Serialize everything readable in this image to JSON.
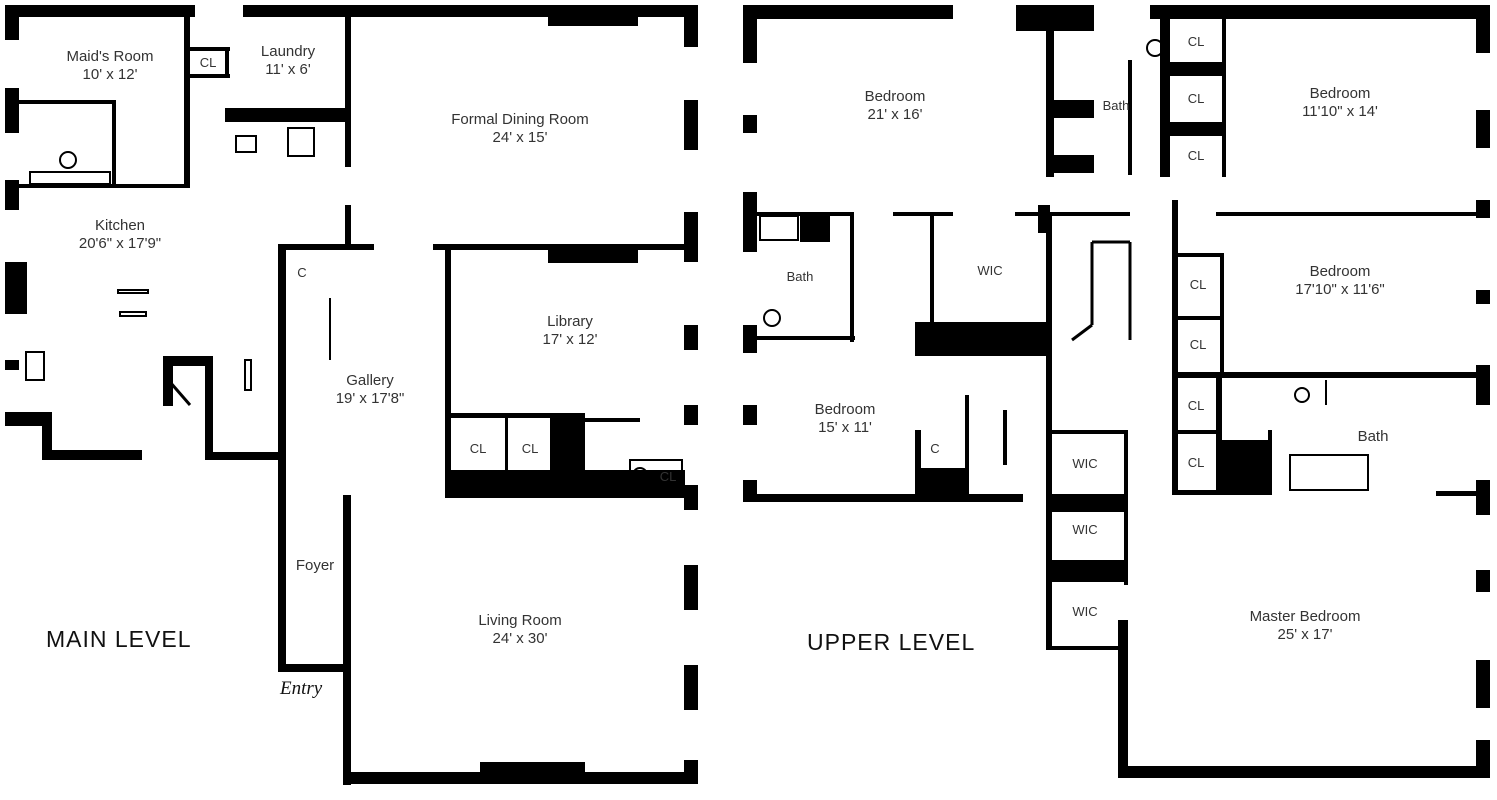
{
  "levels": {
    "main": "MAIN LEVEL",
    "upper": "UPPER LEVEL"
  },
  "main_level": {
    "maids_room": {
      "name": "Maid's Room",
      "dims": "10' x 12'"
    },
    "cl": "CL",
    "laundry": {
      "name": "Laundry",
      "dims": "11' x 6'"
    },
    "formal_dining": {
      "name": "Formal Dining Room",
      "dims": "24' x 15'"
    },
    "kitchen": {
      "name": "Kitchen",
      "dims": "20'6\" x 17'9\""
    },
    "library": {
      "name": "Library",
      "dims": "17' x 12'"
    },
    "gallery": {
      "name": "Gallery",
      "dims": "19' x 17'8\""
    },
    "gallery_cl": "C",
    "library_cl_1": "CL",
    "library_cl_2": "CL",
    "library_cl_3": "CL",
    "foyer": "Foyer",
    "living_room": {
      "name": "Living Room",
      "dims": "24' x 30'"
    },
    "entry": "Entry"
  },
  "upper_level": {
    "bedroom_1": {
      "name": "Bedroom",
      "dims": "21' x 16'"
    },
    "bath_top": "Bath",
    "cl_top_1": "CL",
    "cl_top_2": "CL",
    "cl_top_3": "CL",
    "bedroom_2": {
      "name": "Bedroom",
      "dims": "11'10\" x 14'"
    },
    "bath_left": "Bath",
    "wic_top": "WIC",
    "bedroom_3": {
      "name": "Bedroom",
      "dims": "17'10\" x 11'6\""
    },
    "cl_mid_1": "CL",
    "cl_mid_2": "CL",
    "bedroom_4": {
      "name": "Bedroom",
      "dims": "15' x 11'"
    },
    "cl_bed4": "C",
    "wic_1": "WIC",
    "wic_2": "WIC",
    "wic_3": "WIC",
    "cl_bath_1": "CL",
    "cl_bath_2": "CL",
    "bath_right": "Bath",
    "master": {
      "name": "Master Bedroom",
      "dims": "25' x 17'"
    }
  }
}
